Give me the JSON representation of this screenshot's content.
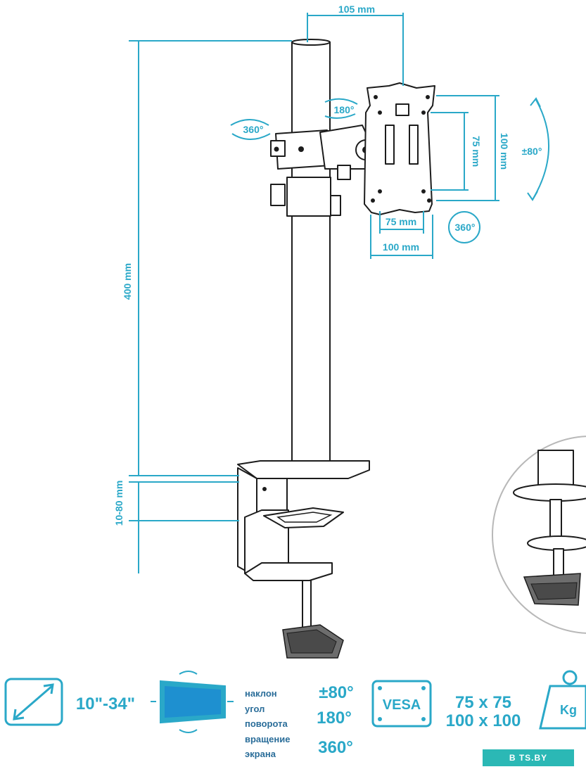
{
  "colors": {
    "accent": "#2aa8c8",
    "ink": "#1c1c1c",
    "badge": "#2bb8b5"
  },
  "dimensions": {
    "top_offset": "105 mm",
    "pole_height": "400 mm",
    "clamp_range": "10-80 mm",
    "vesa_h_inner": "75 mm",
    "vesa_h_outer": "100 mm",
    "vesa_v_inner": "75 mm",
    "vesa_v_outer": "100 mm"
  },
  "rotations": {
    "pole_swivel": "360°",
    "arm_pivot": "180°",
    "screen_rotation": "360°",
    "tilt": "±80°"
  },
  "specs": {
    "screen_size": "10\"-34\"",
    "tilt_label": "наклон",
    "tilt_value": "±80°",
    "turn_label_1": "угол",
    "turn_label_2": "поворота",
    "turn_value": "180°",
    "rotate_label_1": "вращение",
    "rotate_label_2": "экрана",
    "rotate_value": "360°",
    "vesa_label": "VESA",
    "vesa_size_1": "75 x 75",
    "vesa_size_2": "100 x 100",
    "weight_unit": "Kg"
  },
  "watermark": "B TS.BY"
}
